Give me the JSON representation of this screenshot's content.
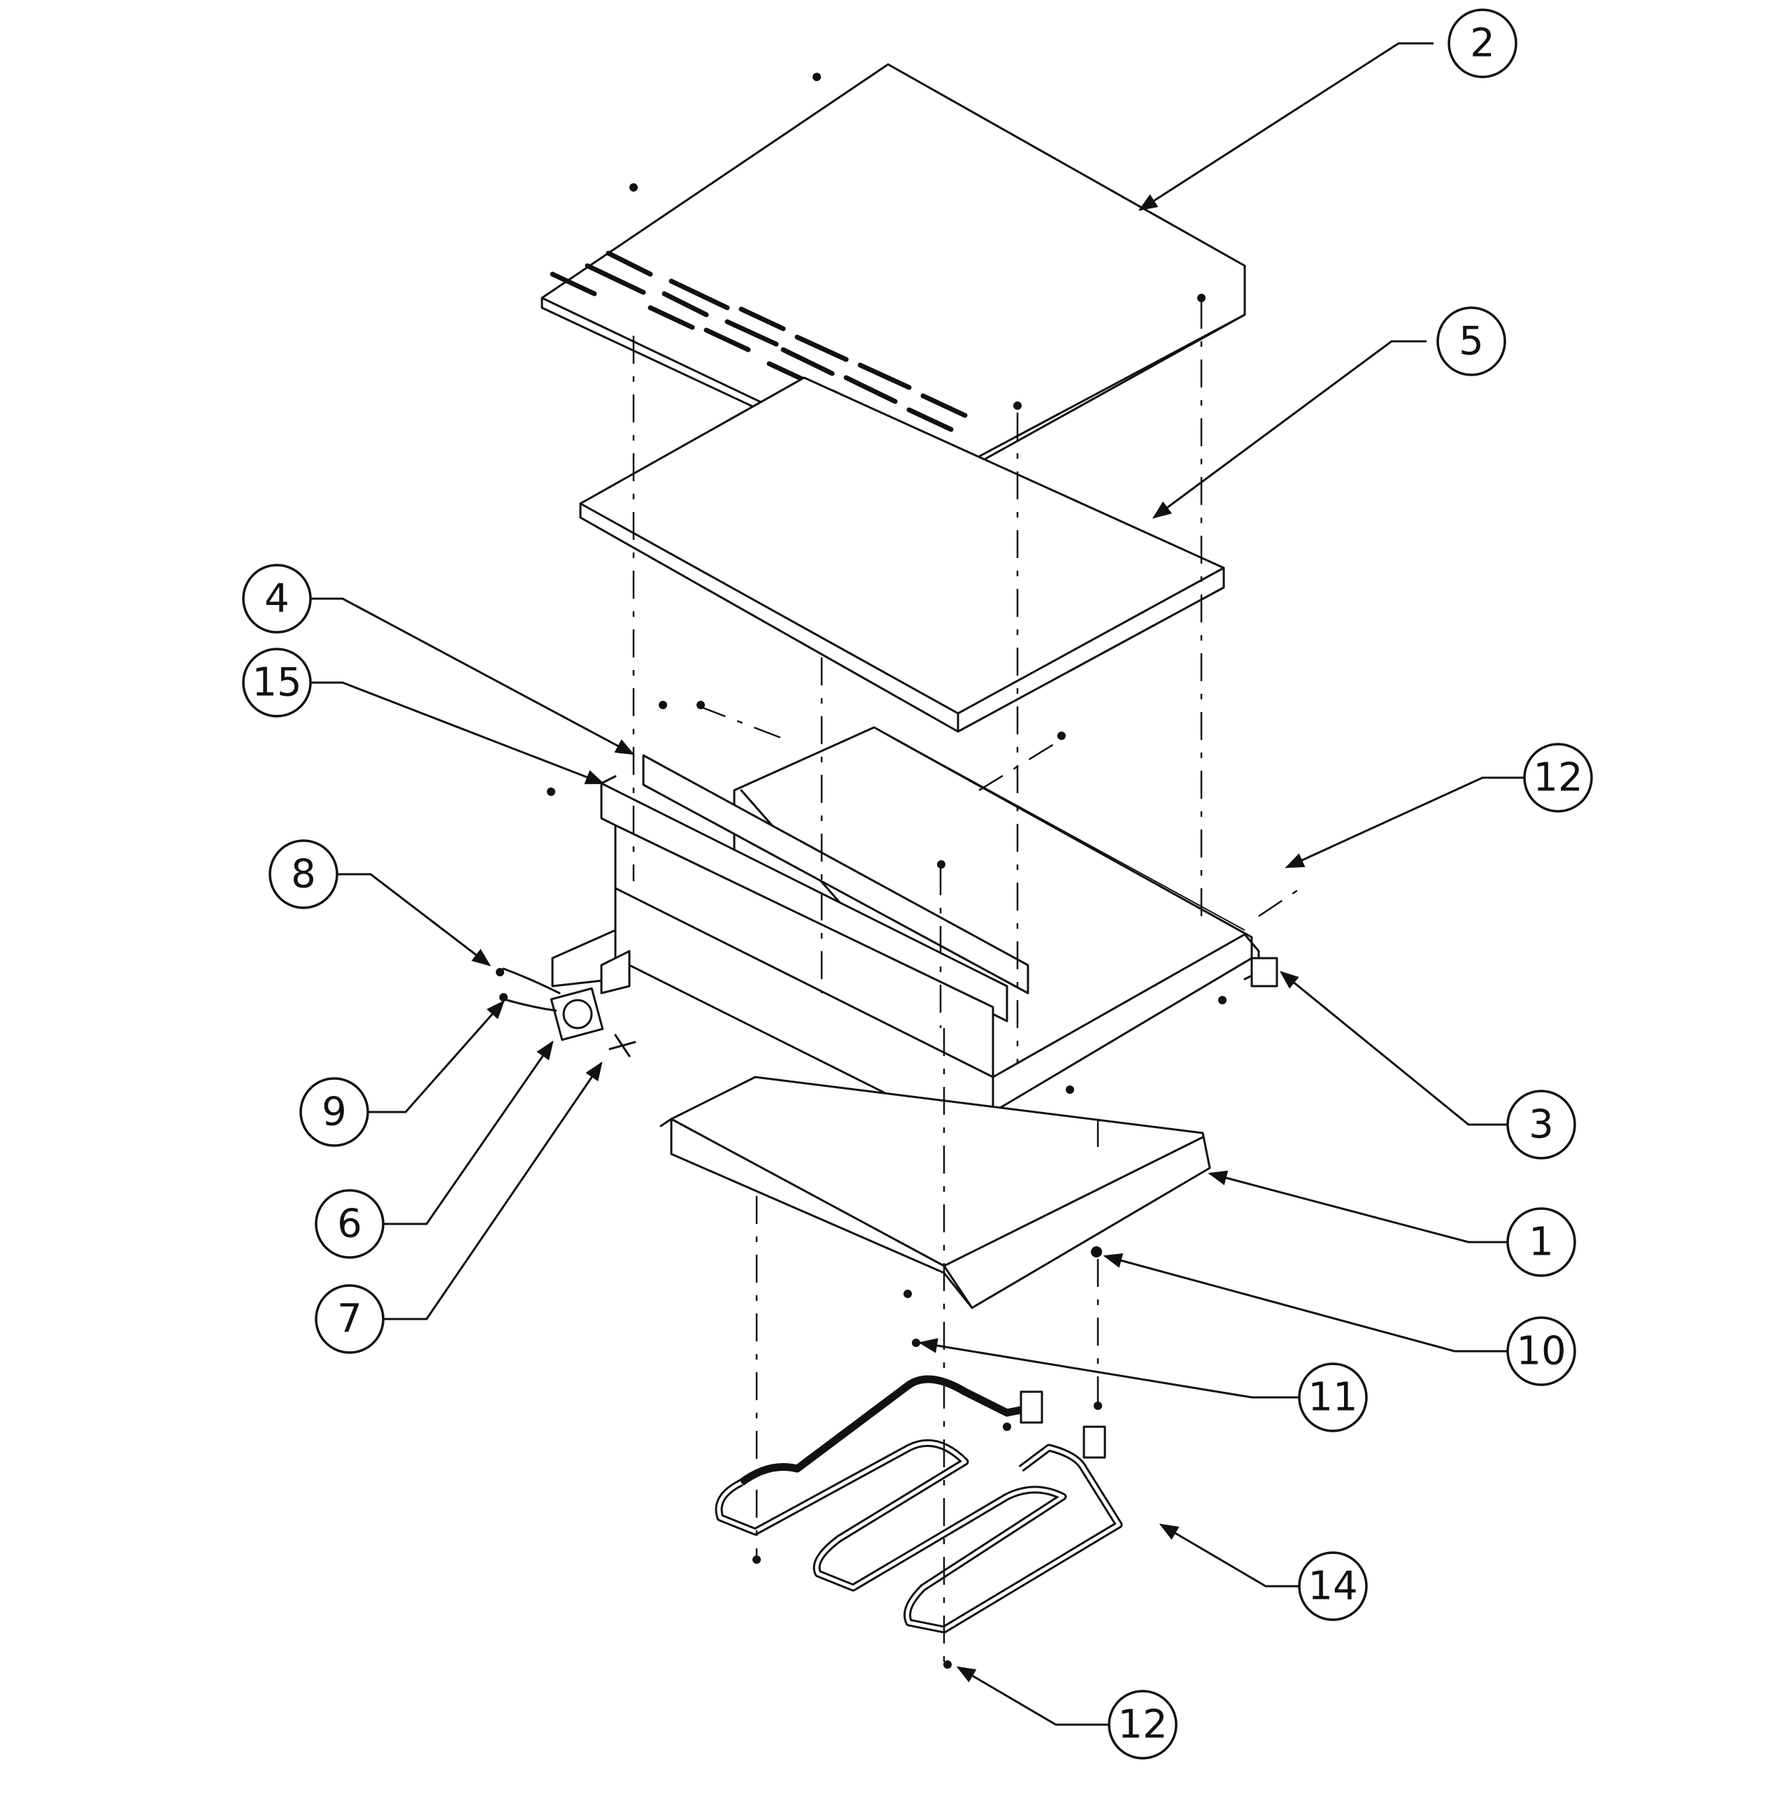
{
  "callouts": [
    {
      "id": "c2",
      "label": "2"
    },
    {
      "id": "c5",
      "label": "5"
    },
    {
      "id": "c4",
      "label": "4"
    },
    {
      "id": "c15",
      "label": "15"
    },
    {
      "id": "c12a",
      "label": "12"
    },
    {
      "id": "c8",
      "label": "8"
    },
    {
      "id": "c9",
      "label": "9"
    },
    {
      "id": "c3",
      "label": "3"
    },
    {
      "id": "c6",
      "label": "6"
    },
    {
      "id": "c1",
      "label": "1"
    },
    {
      "id": "c7",
      "label": "7"
    },
    {
      "id": "c10",
      "label": "10"
    },
    {
      "id": "c11",
      "label": "11"
    },
    {
      "id": "c14",
      "label": "14"
    },
    {
      "id": "c12b",
      "label": "12"
    }
  ]
}
